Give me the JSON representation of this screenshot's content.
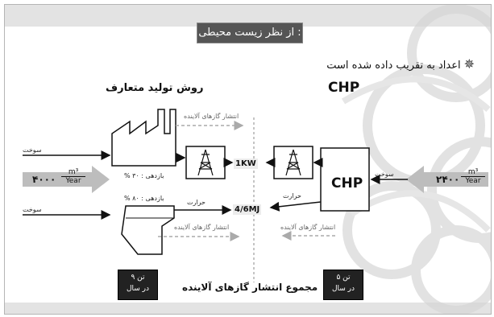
{
  "header": {
    "title": "از نظر زیست محیطی :",
    "note": "اعداد به تقریب داده شده است"
  },
  "sections": {
    "chp_title": "CHP",
    "conventional_title": "روش تولید متعارف"
  },
  "labels": {
    "fuel_top": "سوخت",
    "fuel_bottom": "سوخت",
    "fuel_chp": "سوخت",
    "pollutants_factory": "انتشار گازهای آلاینده",
    "pollutants_boiler": "انتشار گازهای آلاینده",
    "pollutants_chp": "انتشار گازهای آلاینده",
    "efficiency_factory": "بازدهی : ۳۰ %",
    "efficiency_boiler": "بازدهی : ۸۰ %",
    "heat_left": "حرارت",
    "heat_right": "حرارت",
    "center_power": "1KW",
    "center_heat": "4/6MJ",
    "chp_box": "CHP"
  },
  "flows": {
    "left_value": "۴۰۰۰",
    "left_unit_top": "m³",
    "left_unit_bottom": "Year",
    "right_value": "۲۴۰۰",
    "right_unit_top": "m³",
    "right_unit_bottom": "Year"
  },
  "footer": {
    "total_label": "مجموع انتشار گازهای آلاینده",
    "left_line1": "۹ تن",
    "left_line2": "در سال",
    "right_line1": "۵ تن",
    "right_line2": "در سال"
  }
}
